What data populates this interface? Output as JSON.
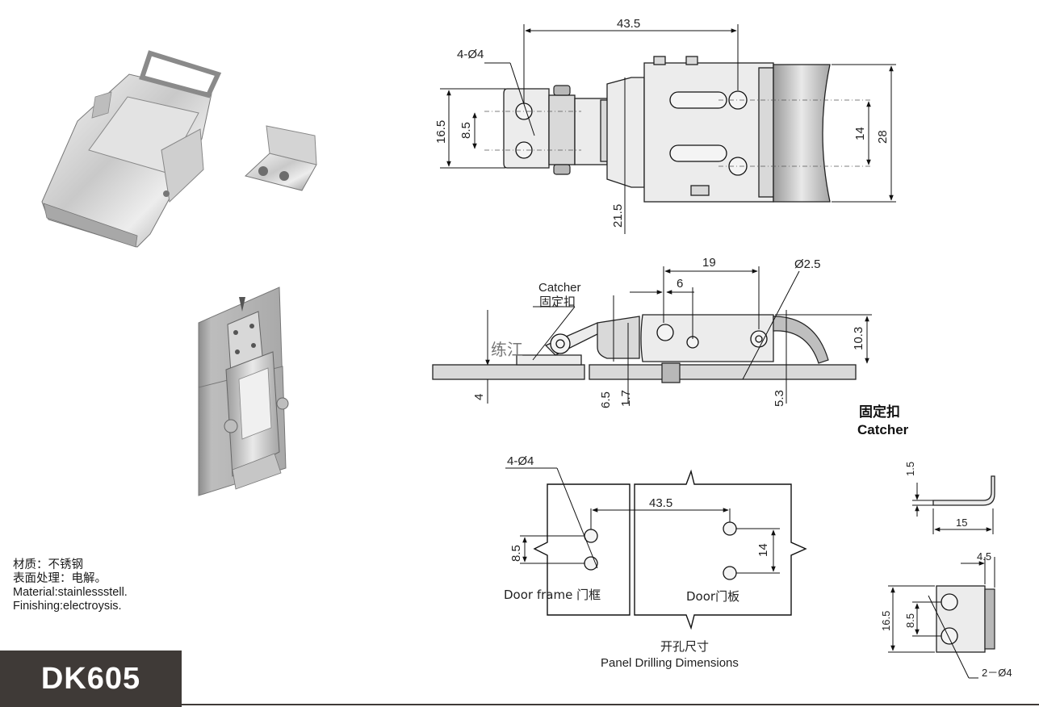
{
  "model": "DK605",
  "notes": {
    "material_cn": "材质：不锈钢",
    "finish_cn": "表面处理：电解。",
    "material_en": "Material:stainlessstell.",
    "finish_en": "Finishing:electroysis."
  },
  "top_view": {
    "dim_length": "43.5",
    "dim_holes": "4-Ø4",
    "dim_plate_height": "16.5",
    "dim_hole_pitch": "8.5",
    "dim_body_hole_pitch": "14",
    "dim_body_height": "28",
    "dim_offset": "21.5"
  },
  "side_view": {
    "dim_19": "19",
    "dim_6": "6",
    "dim_pin": "Ø2.5",
    "dim_height": "10.3",
    "dim_4": "4",
    "dim_6_5": "6.5",
    "dim_1_7": "1.7",
    "dim_5_3": "5.3",
    "catcher_en": "Catcher",
    "catcher_cn": "固定扣",
    "watermark": "练江"
  },
  "catcher_detail": {
    "title_cn": "固定扣",
    "title_en": "Catcher",
    "dim_thickness": "1.5",
    "dim_length": "15",
    "dim_4_5": "4.5",
    "dim_16_5": "16.5",
    "dim_8_5": "8.5",
    "dim_holes": "2－Ø4"
  },
  "drilling": {
    "dim_holes": "4-Ø4",
    "dim_43_5": "43.5",
    "dim_8_5": "8.5",
    "dim_14": "14",
    "door_frame": "Door frame 门框",
    "door": "Door门板",
    "title_cn": "开孔尺寸",
    "title_en": "Panel Drilling Dimensions"
  }
}
